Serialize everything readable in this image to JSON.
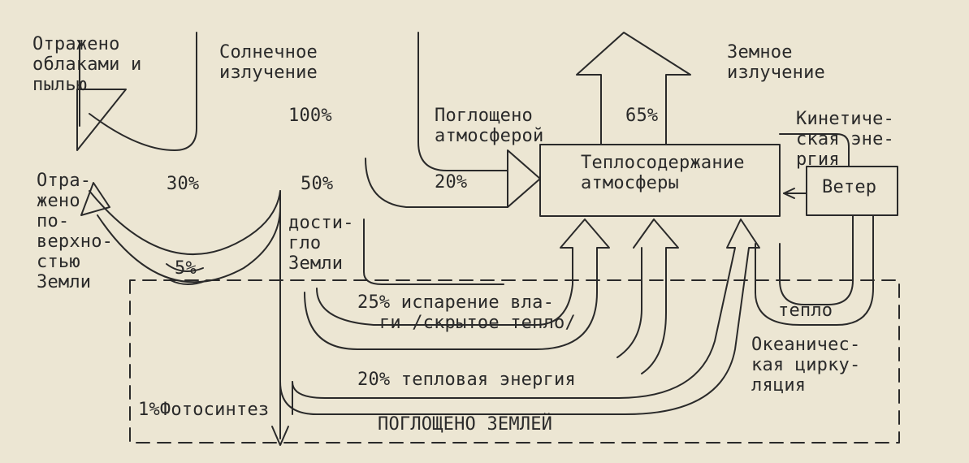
{
  "labels": {
    "reflected_clouds": "Отражено\nоблаками и\nпылью",
    "solar_radiation": "Солнечное\nизлучение",
    "solar_100": "100%",
    "reflected_surface": "Отра-\nжено\nпо-\nверхно-\nстью\nЗемли",
    "pct_30": "30%",
    "pct_5": "5%",
    "pct_50": "50%",
    "reached_earth": "дости-\nгло\nЗемли",
    "absorbed_atm": "Поглощено\nатмосферой",
    "pct_20_atm": "20%",
    "earth_radiation": "Земное\nизлучение",
    "pct_65": "65%",
    "kinetic_energy": "Кинетиче-\nская эне-\nргия",
    "atm_heat_content": "Теплосодержание\nатмосферы",
    "wind": "Ветер",
    "evaporation": "25% испарение вла-\n  ги /скрытое тепло/",
    "heat": "тепло",
    "ocean_circulation": "Океаничес-\nкая цирку-\nляция",
    "thermal_energy": "20% тепловая энергия",
    "photosynthesis": "1%Фотосинтез",
    "absorbed_earth": "ПОГЛОЩЕНО ЗЕМЛЕЙ"
  },
  "colors": {
    "paper": "#ece6d3",
    "ink": "#2a2a2a"
  }
}
